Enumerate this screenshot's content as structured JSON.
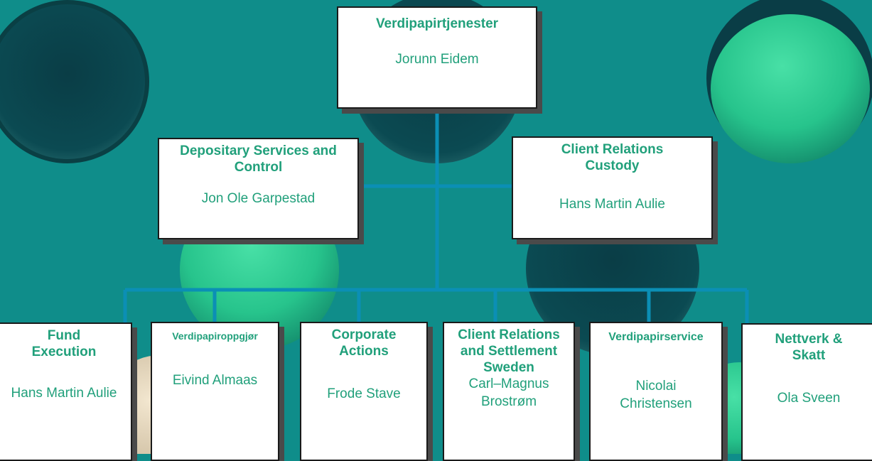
{
  "colors": {
    "background": "#0f8d8a",
    "connector": "#0b8fb5",
    "title_text": "#21a07b",
    "box_fill": "#ffffff"
  },
  "top": {
    "title": "Verdipapirtjenester",
    "name": "Jorunn Eidem"
  },
  "middle": [
    {
      "title": "Depositary Services and Control",
      "name": "Jon Ole Garpestad"
    },
    {
      "title": "Client Relations Custody",
      "name": "Hans Martin Aulie"
    }
  ],
  "bottom": [
    {
      "title": "Fund Execution",
      "name": "Hans Martin Aulie"
    },
    {
      "title": "Verdipapiroppgjør",
      "name": "Eivind Almaas"
    },
    {
      "title": "Corporate Actions",
      "name": "Frode Stave"
    },
    {
      "title": "Client Relations and Settlement Sweden",
      "name": "Carl–Magnus Brostrøm"
    },
    {
      "title": "Verdipapirservice",
      "name": "Nicolai Christensen"
    },
    {
      "title": "Nettverk & Skatt",
      "name": "Ola Sveen"
    }
  ]
}
